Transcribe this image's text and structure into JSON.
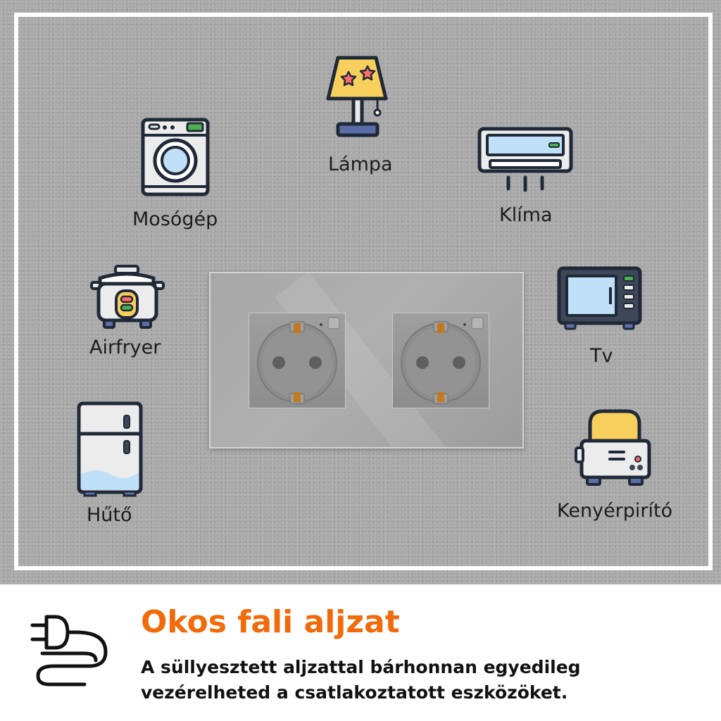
{
  "appliances": {
    "lampa": {
      "label": "Lámpa",
      "icon": "lamp-icon"
    },
    "mosogep": {
      "label": "Mosógép",
      "icon": "washing-machine-icon"
    },
    "klima": {
      "label": "Klíma",
      "icon": "air-conditioner-icon"
    },
    "airfryer": {
      "label": "Airfryer",
      "icon": "rice-cooker-icon"
    },
    "tv": {
      "label": "Tv",
      "icon": "microwave-icon"
    },
    "huto": {
      "label": "Hűtő",
      "icon": "fridge-icon"
    },
    "kenyerpirito": {
      "label": "Kenyérpirító",
      "icon": "toaster-icon"
    }
  },
  "product": {
    "title": "Okos fali aljzat",
    "description_line1": "A süllyesztett aljzattal bárhonnan egyedileg",
    "description_line2": "vezérelheted a csatlakoztatott eszközöket.",
    "icon": "plug-icon"
  },
  "colors": {
    "accent": "#f26a0a",
    "background": "#a9a9a9",
    "frame": "#ffffff",
    "icon_stroke": "#1f2937",
    "icon_blue": "#bfe0f7",
    "icon_yellow": "#f7cf5c"
  }
}
